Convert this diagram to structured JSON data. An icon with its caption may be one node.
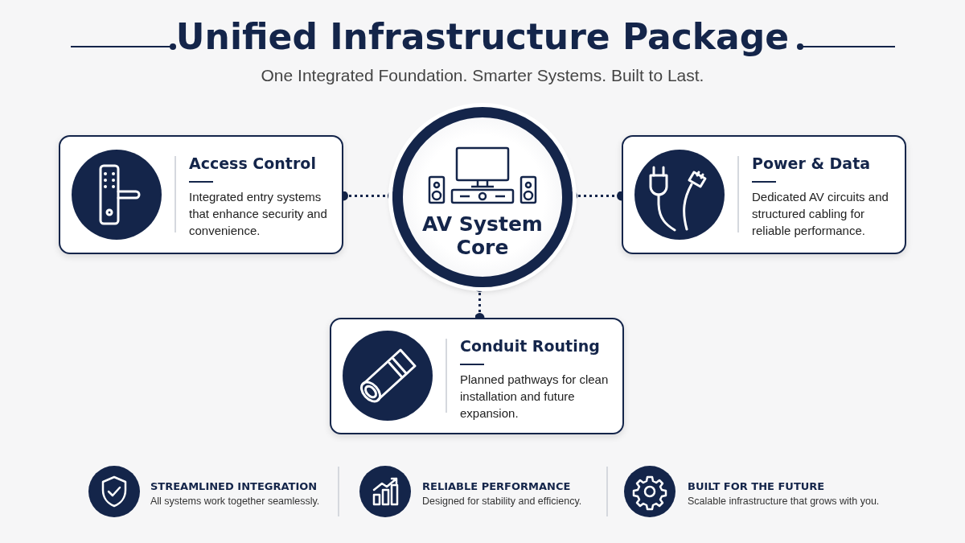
{
  "diagram": {
    "title": "Unified Infrastructure Package",
    "nodes": [
      {
        "text": [
          "AV System Core"
        ]
      },
      {
        "text": [
          "Access Control",
          "Integrated entry systems that enhance security and convenience."
        ]
      },
      {
        "text": [
          "Power & Data",
          "Dedicated AV circuits and structured cabling for reliable performance."
        ]
      },
      {
        "text": [
          "Conduit Routing",
          "Planned pathways for clean installation and future expansion."
        ]
      }
    ],
    "edges": [
      {
        "from": 1,
        "to": 0,
        "arrow": "other",
        "style": "dashed"
      },
      {
        "from": 0,
        "to": 2,
        "arrow": "other",
        "style": "dashed"
      },
      {
        "from": 0,
        "to": 3,
        "arrow": "other",
        "style": "dashed"
      }
    ],
    "labels": [
      "One Integrated Foundation. Smarter Systems. Built to Last.",
      "STREAMLINED INTEGRATION",
      "All systems work together seamlessly.",
      "RELIABLE PERFORMANCE",
      "Designed for stability and efficiency.",
      "BUILT FOR THE FUTURE",
      "Scalable infrastructure that grows with you."
    ]
  }
}
